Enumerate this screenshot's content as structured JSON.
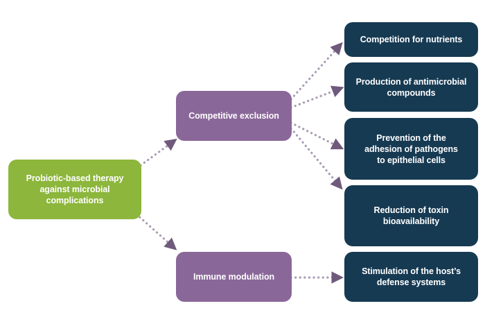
{
  "colors": {
    "root": "#8cb63c",
    "mechanism": "#8a6799",
    "effect": "#163a52",
    "arrow_head": "#6f5a7c",
    "dots": "#a99ab4"
  },
  "diagram": {
    "root": {
      "label": "Probiotic-based therapy\nagainst microbial\ncomplications"
    },
    "mechanisms": [
      {
        "label": "Competitive exclusion"
      },
      {
        "label": "Immune modulation"
      }
    ],
    "effects": [
      {
        "label": "Competition for nutrients"
      },
      {
        "label": "Production of antimicrobial\ncompounds"
      },
      {
        "label": "Prevention of the\nadhesion of pathogens\nto epithelial cells"
      },
      {
        "label": "Reduction of toxin\nbioavailability"
      },
      {
        "label": "Stimulation of the host’s\ndefense systems"
      }
    ]
  }
}
